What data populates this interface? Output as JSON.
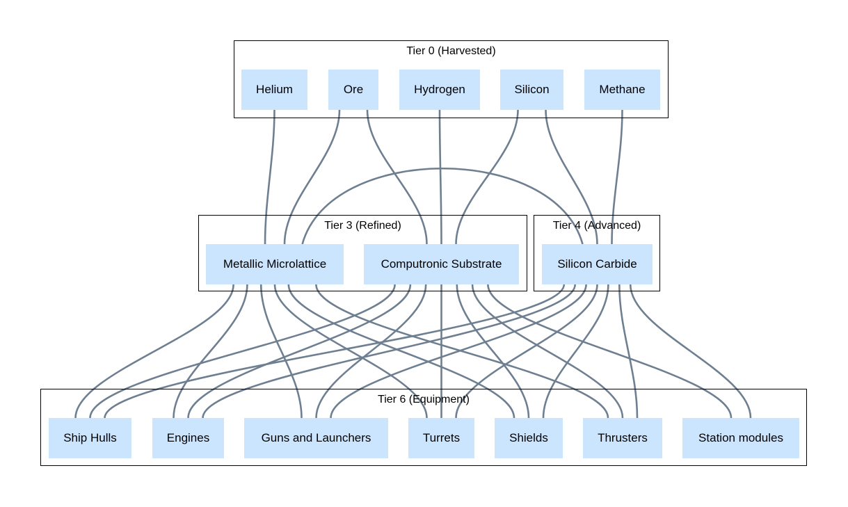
{
  "clusters": {
    "tier0": "Tier 0 (Harvested)",
    "tier3": "Tier 3 (Refined)",
    "tier4": "Tier 4 (Advanced)",
    "tier6": "Tier 6 (Equipment)"
  },
  "nodes": {
    "helium": "Helium",
    "ore": "Ore",
    "hydrogen": "Hydrogen",
    "silicon": "Silicon",
    "methane": "Methane",
    "metallic_microlattice": "Metallic Microlattice",
    "computronic_substrate": "Computronic Substrate",
    "silicon_carbide": "Silicon Carbide",
    "ship_hulls": "Ship Hulls",
    "engines": "Engines",
    "guns_and_launchers": "Guns and Launchers",
    "turrets": "Turrets",
    "shields": "Shields",
    "thrusters": "Thrusters",
    "station_modules": "Station modules"
  },
  "edges": [
    [
      "helium",
      "metallic_microlattice"
    ],
    [
      "ore",
      "metallic_microlattice"
    ],
    [
      "ore",
      "computronic_substrate"
    ],
    [
      "hydrogen",
      "computronic_substrate"
    ],
    [
      "silicon",
      "computronic_substrate"
    ],
    [
      "silicon",
      "silicon_carbide"
    ],
    [
      "methane",
      "silicon_carbide"
    ],
    [
      "metallic_microlattice",
      "silicon_carbide"
    ],
    [
      "metallic_microlattice",
      "ship_hulls"
    ],
    [
      "metallic_microlattice",
      "engines"
    ],
    [
      "metallic_microlattice",
      "guns_and_launchers"
    ],
    [
      "metallic_microlattice",
      "turrets"
    ],
    [
      "metallic_microlattice",
      "shields"
    ],
    [
      "metallic_microlattice",
      "thrusters"
    ],
    [
      "computronic_substrate",
      "ship_hulls"
    ],
    [
      "computronic_substrate",
      "engines"
    ],
    [
      "computronic_substrate",
      "guns_and_launchers"
    ],
    [
      "computronic_substrate",
      "turrets"
    ],
    [
      "computronic_substrate",
      "shields"
    ],
    [
      "computronic_substrate",
      "thrusters"
    ],
    [
      "computronic_substrate",
      "station_modules"
    ],
    [
      "silicon_carbide",
      "ship_hulls"
    ],
    [
      "silicon_carbide",
      "engines"
    ],
    [
      "silicon_carbide",
      "guns_and_launchers"
    ],
    [
      "silicon_carbide",
      "turrets"
    ],
    [
      "silicon_carbide",
      "shields"
    ],
    [
      "silicon_carbide",
      "thrusters"
    ],
    [
      "silicon_carbide",
      "station_modules"
    ]
  ],
  "colors": {
    "node_fill": "#cce5ff",
    "edge": "#6e7f91",
    "cluster_border": "#000000"
  }
}
